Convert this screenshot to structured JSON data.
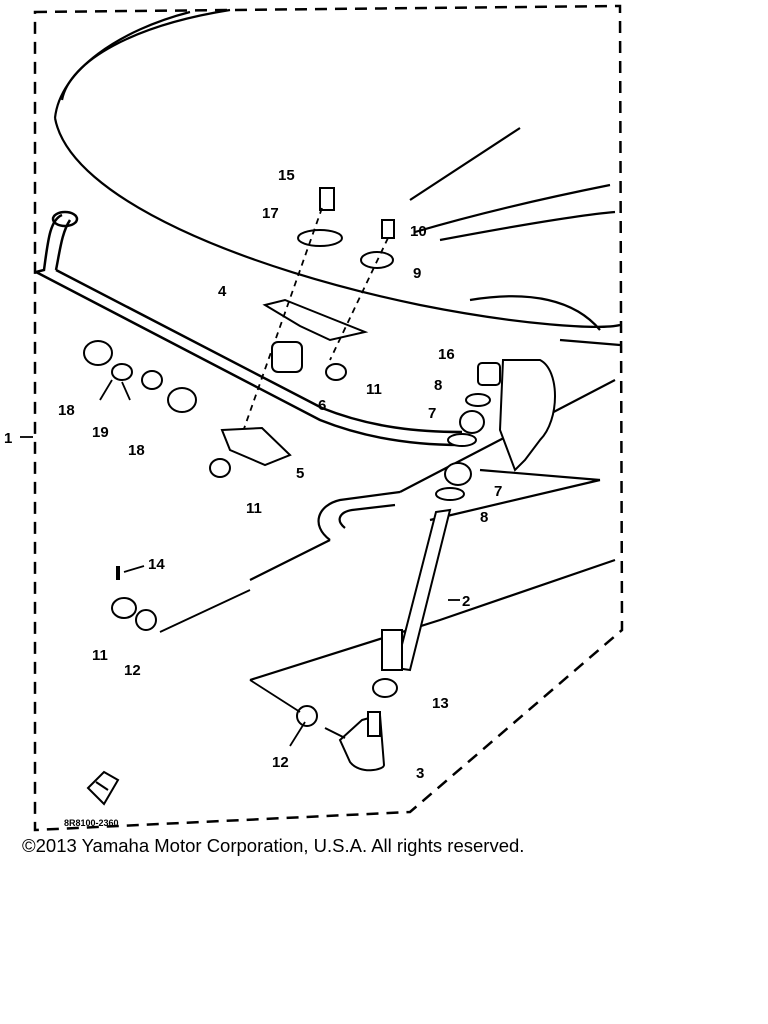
{
  "diagram": {
    "callouts": [
      "1",
      "2",
      "3",
      "4",
      "5",
      "6",
      "7",
      "7",
      "8",
      "8",
      "9",
      "10",
      "11",
      "11",
      "11",
      "12",
      "12",
      "13",
      "14",
      "15",
      "16",
      "17",
      "18",
      "18",
      "19"
    ],
    "figure_code": "8R8100-2360"
  },
  "footer": {
    "copyright": "©2013 Yamaha Motor Corporation, U.S.A. All rights reserved."
  },
  "colors": {
    "ink": "#000000",
    "paper": "#ffffff"
  }
}
